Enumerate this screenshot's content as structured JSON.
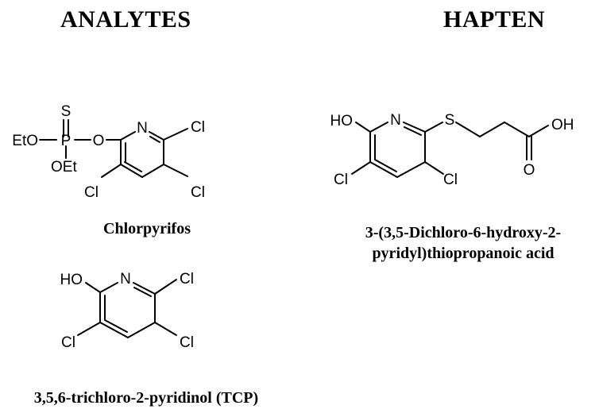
{
  "headings": {
    "analytes": "ANALYTES",
    "hapten": "HAPTEN"
  },
  "chlorpyrifos": {
    "name": "Chlorpyrifos",
    "atoms": {
      "S": "S",
      "P": "P",
      "O": "O",
      "EtO": "EtO",
      "OEt": "OEt",
      "N": "N",
      "Cl1": "Cl",
      "Cl2": "Cl",
      "Cl3": "Cl"
    }
  },
  "tcp": {
    "name": "3,5,6-trichloro-2-pyridinol (TCP)",
    "atoms": {
      "HO": "HO",
      "N": "N",
      "Cl1": "Cl",
      "Cl2": "Cl",
      "Cl3": "Cl"
    }
  },
  "hapten_mol": {
    "name_line1": "3-(3,5-Dichloro-6-hydroxy-2-",
    "name_line2": "pyridyl)thiopropanoic acid",
    "atoms": {
      "HO": "HO",
      "N": "N",
      "S": "S",
      "OH": "OH",
      "O": "O",
      "Cl1": "Cl",
      "Cl2": "Cl"
    }
  }
}
